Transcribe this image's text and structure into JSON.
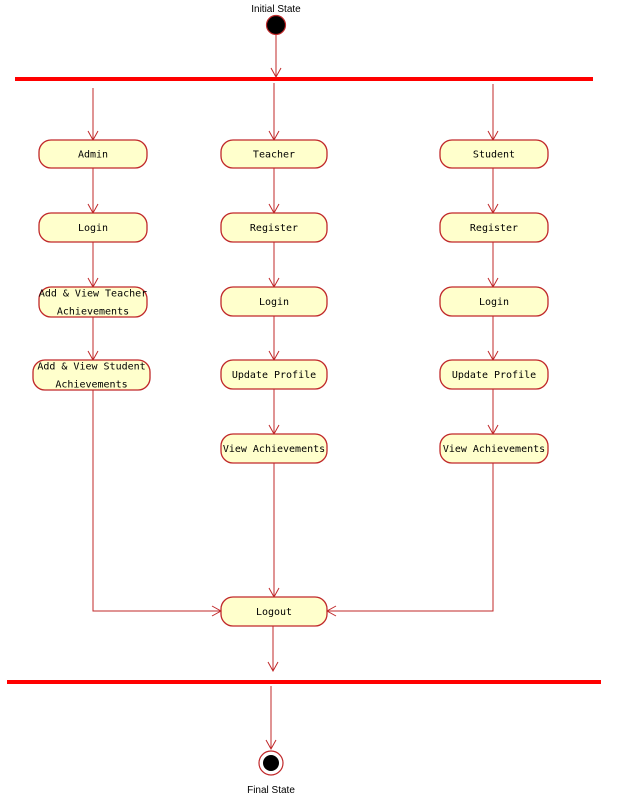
{
  "initial_state": {
    "label": "Initial State"
  },
  "final_state": {
    "label": "Final State"
  },
  "colors": {
    "node_fill": "#ffffcc",
    "node_stroke": "#c0282a",
    "bar": "#ff0000",
    "dot": "#000000"
  },
  "nodes": {
    "admin": {
      "lines": [
        "Admin"
      ]
    },
    "admin_login": {
      "lines": [
        "Login"
      ]
    },
    "add_teacher": {
      "lines": [
        "Add & View Teacher",
        "Achievements"
      ]
    },
    "add_student": {
      "lines": [
        "Add & View Student",
        "Achievements"
      ]
    },
    "teacher": {
      "lines": [
        "Teacher"
      ]
    },
    "teacher_register": {
      "lines": [
        "Register"
      ]
    },
    "teacher_login": {
      "lines": [
        "Login"
      ]
    },
    "teacher_update": {
      "lines": [
        "Update Profile"
      ]
    },
    "teacher_view": {
      "lines": [
        "View Achievements"
      ]
    },
    "student": {
      "lines": [
        "Student"
      ]
    },
    "student_register": {
      "lines": [
        "Register"
      ]
    },
    "student_login": {
      "lines": [
        "Login"
      ]
    },
    "student_update": {
      "lines": [
        "Update Profile"
      ]
    },
    "student_view": {
      "lines": [
        "View Achievements"
      ]
    },
    "logout": {
      "lines": [
        "Logout"
      ]
    }
  }
}
